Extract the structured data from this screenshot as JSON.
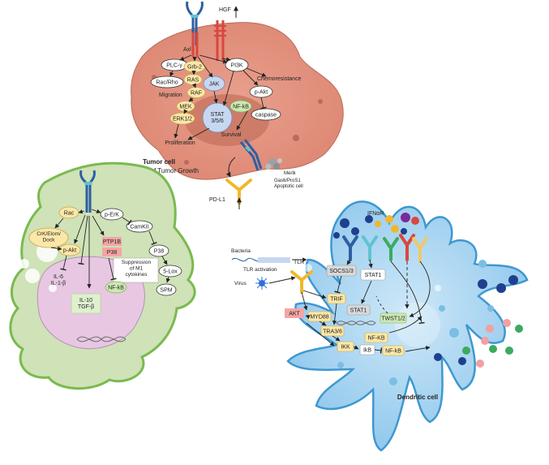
{
  "tumor": {
    "hgf": "HGF",
    "axl": "Axl",
    "plc": "PLC-γ",
    "grb2": "Grb-2",
    "pi3k": "PI3K",
    "racrho": "Rac/Rho",
    "ras": "RAS",
    "jak": "JAK",
    "migration": "Migration",
    "raf": "RAF",
    "chemo": "Chemoresistance",
    "pakt": "p-Akt",
    "mek": "MEK",
    "nfkb": "NF-kB",
    "stat356": "STAT\n3/5/6",
    "erk": "ERK1/2",
    "caspase": "caspase",
    "survival": "Survival",
    "proliferation": "Proliferation",
    "title": "Tumor cell",
    "subtitle": "Promotion of Tumor Growth",
    "merk": "Merlk",
    "gas6": "Gas6/ProS1",
    "apoptotic": "Apoptotic cell",
    "pdl1": "PD-L1"
  },
  "macrophage": {
    "rac": "Rac",
    "perk": "p-ErK",
    "crk": "CrK/Elom/\nDock",
    "camkii": "CamKII",
    "pakt": "p-Akt",
    "ptp1b": "PTP1B",
    "p38red": "P38",
    "p38": "P38",
    "suppression": "Suppression\nof M1\ncytokines",
    "il6": "IL-6\nIL-1-β",
    "nfkb": "NF-kB",
    "lox": "5-Lox",
    "il10": "IL-10\nTGF-β",
    "spm": "SPM"
  },
  "dendritic": {
    "ifnar": "IFNαR",
    "bacteria": "Bacteria",
    "tlr_activation": "TLR activation",
    "tlr": "TLR",
    "virus": "Virus",
    "socs": "SOCS1/3",
    "stat1a": "STAT1",
    "trif": "TRIF",
    "akt": "AKT",
    "myd88": "MYD88",
    "stat1b": "STAT1",
    "twist": "TWST1/2",
    "tra36": "TRA3/6",
    "nfkb1": "NF-KB",
    "ikk": "IKK",
    "ikb": "IkB",
    "nfkb2": "NF-kB",
    "title": "Dendritic cell"
  },
  "colors": {
    "tumor_fill": "#e2907d",
    "tumor_nucleus": "#c97763",
    "macro_fill": "#cfe2b8",
    "macro_edge": "#7aba4e",
    "dc_fill": "#a9d4f0",
    "dc_edge": "#3e98d1",
    "node_yellow": "#fbe7a8",
    "node_green": "#cde8b4",
    "node_red": "#f4a5a5",
    "node_gray": "#d9d9d9",
    "receptor_blue": "#2e5fa3",
    "receptor_teal": "#5fc3d1",
    "receptor_red": "#d9473e"
  }
}
